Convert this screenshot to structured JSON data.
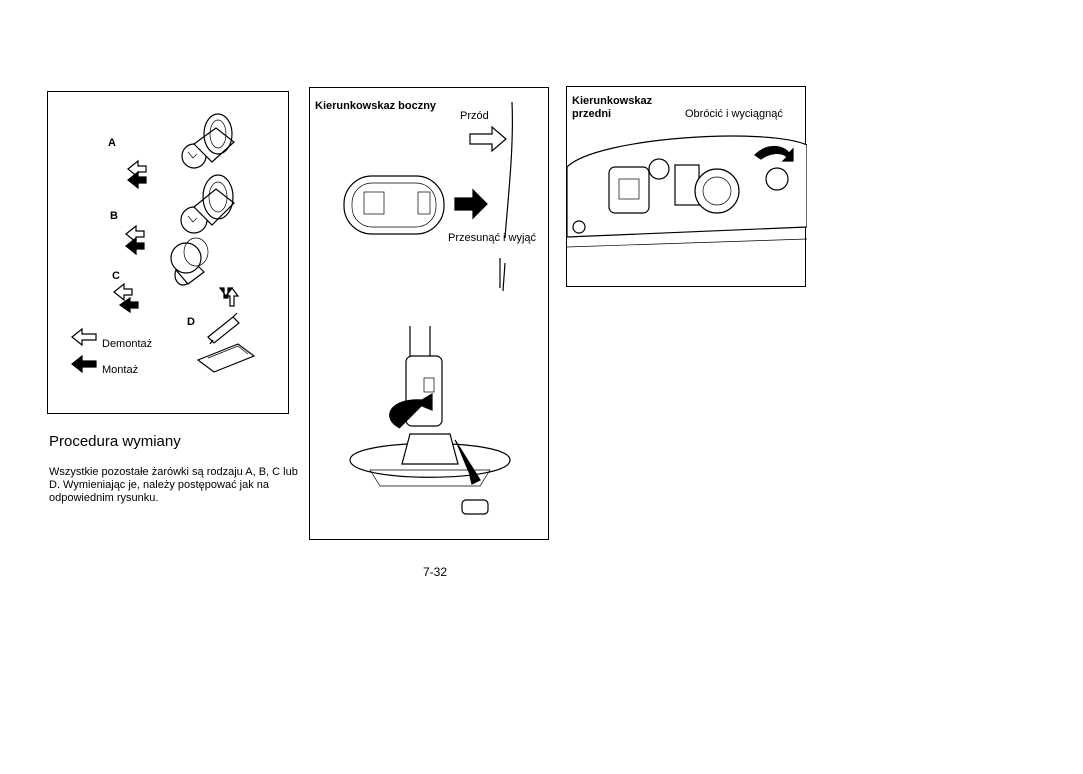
{
  "panel_bulbs": {
    "labels": {
      "a": "A",
      "b": "B",
      "c": "C",
      "d": "D"
    },
    "legend": {
      "remove": "Demontaż",
      "install": "Montaż"
    }
  },
  "panel_side": {
    "title": "Kierunkowskaz boczny",
    "front": "Przód",
    "action": "Przesunąć i wyjąć"
  },
  "panel_front": {
    "title_line1": "Kierunkowskaz",
    "title_line2": "przedni",
    "action": "Obrócić i wyciągnąć"
  },
  "section": {
    "heading": "Procedura wymiany",
    "body": "Wszystkie pozostałe żarówki są rodzaju A, B, C lub D. Wymieniając je, należy postępować jak na odpowiednim rysunku."
  },
  "page_number": "7-32"
}
